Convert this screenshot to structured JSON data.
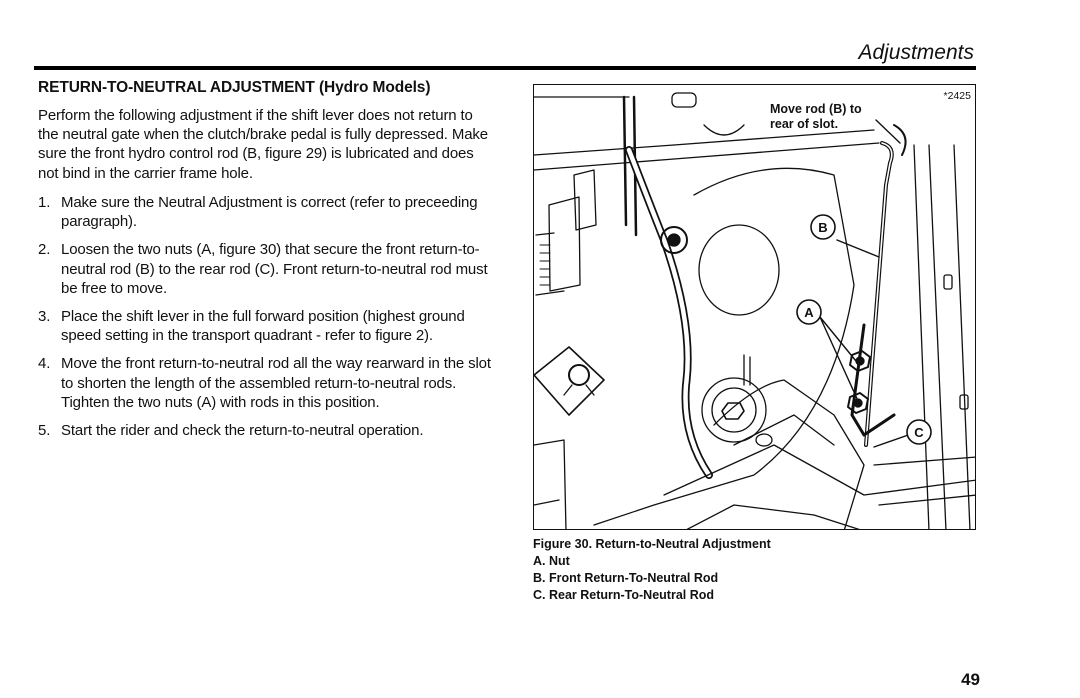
{
  "header": {
    "section_title": "Adjustments"
  },
  "section": {
    "heading": "RETURN-TO-NEUTRAL ADJUSTMENT (Hydro Models)",
    "intro": "Perform the following adjustment if the shift lever does not return to the neutral gate when the clutch/brake pedal is fully depressed. Make sure the front hydro control rod (B, figure 29) is lubricated and does not bind in the carrier frame hole.",
    "steps": [
      {
        "num": "1.",
        "text": "Make sure the Neutral Adjustment is correct (refer to preceeding paragraph)."
      },
      {
        "num": "2.",
        "text": "Loosen the two nuts (A, figure 30) that secure the front return-to-neutral rod (B) to the rear rod (C). Front return-to-neutral rod must be free to move."
      },
      {
        "num": "3.",
        "text": "Place the shift lever in the full forward position (highest ground speed setting in the transport quadrant - refer to figure 2)."
      },
      {
        "num": "4.",
        "text": "Move the front return-to-neutral rod all the way rearward in the slot to shorten the length of the assembled return-to-neutral rods. Tighten the two nuts (A) with rods in this position."
      },
      {
        "num": "5.",
        "text": "Start the rider and check the return-to-neutral operation."
      }
    ]
  },
  "figure": {
    "code": "*2425",
    "callout_line1": "Move rod (B) to",
    "callout_line2": "rear of slot.",
    "labels": {
      "a": "A",
      "b": "B",
      "c": "C"
    },
    "caption_title": "Figure 30. Return-to-Neutral Adjustment",
    "caption_items": [
      "A. Nut",
      "B. Front Return-To-Neutral Rod",
      "C. Rear Return-To-Neutral Rod"
    ]
  },
  "page_number": "49"
}
